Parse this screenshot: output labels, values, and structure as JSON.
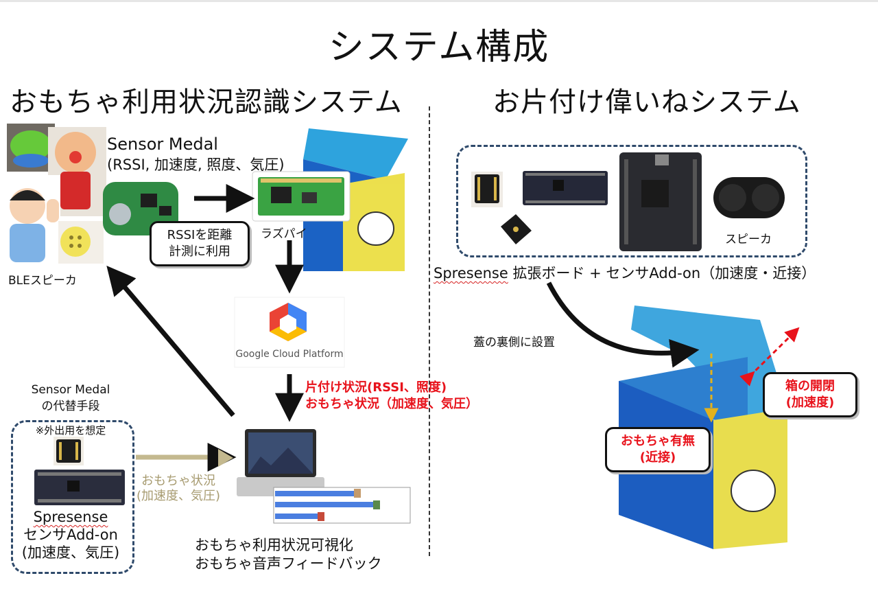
{
  "title": "システム構成",
  "left_section": {
    "heading": "おもちゃ利用状況認識システム",
    "sensor_medal_title": "Sensor Medal",
    "sensor_medal_params": "(RSSI, 加速度, 照度、気圧)",
    "ble_speaker_label": "BLEスピーカ",
    "callout_lines": [
      "RSSIを距離",
      "計測に利用"
    ],
    "raspi_label": "ラズパイ",
    "gcp_label": "Google Cloud Platform",
    "red_lines": [
      "片付け状況(RSSI、照度)",
      "おもちゃ状況（加速度、気圧）"
    ],
    "alt_means_lines": [
      "Sensor Medal",
      "の代替手段"
    ],
    "alt_box_note": "※外出用を想定",
    "alt_box_spresense": "Spresense",
    "alt_box_addon": "センサAdd-on",
    "alt_box_params": "(加速度、気圧)",
    "tan_lines": [
      "おもちゃ状況",
      "(加速度、気圧)"
    ],
    "viz_lines": [
      "おもちゃ利用状況可視化",
      "おもちゃ音声フィードバック"
    ]
  },
  "right_section": {
    "heading": "お片付け偉いねシステム",
    "speaker_label": "スピーカ",
    "board_caption_brand": "Spresense",
    "board_caption_rest": " 拡張ボード + センサAdd-on（加速度・近接）",
    "lid_label": "蓋の裏側に設置",
    "open_close_lines": [
      "箱の開閉",
      "(加速度)"
    ],
    "toy_presence_lines": [
      "おもちゃ有無",
      "(近接)"
    ]
  },
  "colors": {
    "accent_red": "#e8121b",
    "arrow_tan": "#c4b98f",
    "dash_box": "#2f4a6b"
  }
}
